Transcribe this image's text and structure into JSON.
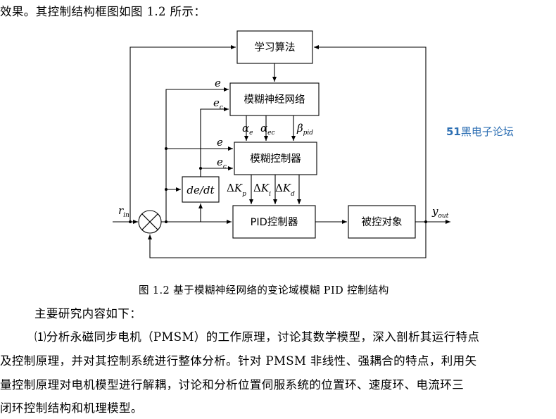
{
  "text": {
    "intro_line": "效果。其控制结构框图如图 1.2 所示：",
    "caption": "图 1.2  基于模糊神经网络的变论域模糊 PID 控制结构",
    "section_heading": "主要研究内容如下：",
    "para_line1": "⑴分析永磁同步电机（PMSM）的工作原理，讨论其数学模型，深入剖析其运行特点",
    "para_line2": "及控制原理，并对其控制系统进行整体分析。针对 PMSM 非线性、强耦合的特点，利用矢",
    "para_line3": "量控制原理对电机模型进行解耦，讨论和分析位置伺服系统的位置环、速度环、电流环三",
    "para_line4": "闭环控制结构和机理模型。"
  },
  "watermark": {
    "prefix": "51",
    "label": "黑电子论坛"
  },
  "diagram": {
    "blocks": {
      "learning": "学习算法",
      "fnn": "模糊神经网络",
      "fuzzy": "模糊控制器",
      "pid": "PID控制器",
      "plant": "被控对象",
      "deriv": "de/dt"
    },
    "signals": {
      "e": "e",
      "ec_main": "e",
      "ec_sub": "c",
      "alpha": "α",
      "alpha_e_sub": "e",
      "alpha_ec_sub": "ec",
      "beta": "β",
      "beta_sub": "pid",
      "delta": "Δ",
      "K": "K",
      "kp_sub": "p",
      "ki_sub": "i",
      "kd_sub": "d",
      "r": "r",
      "r_sub": "in",
      "y": "y",
      "y_sub": "out"
    }
  },
  "colors": {
    "text": "#000000",
    "watermark": "#2d6fb3",
    "line": "#000000",
    "background": "#ffffff"
  }
}
